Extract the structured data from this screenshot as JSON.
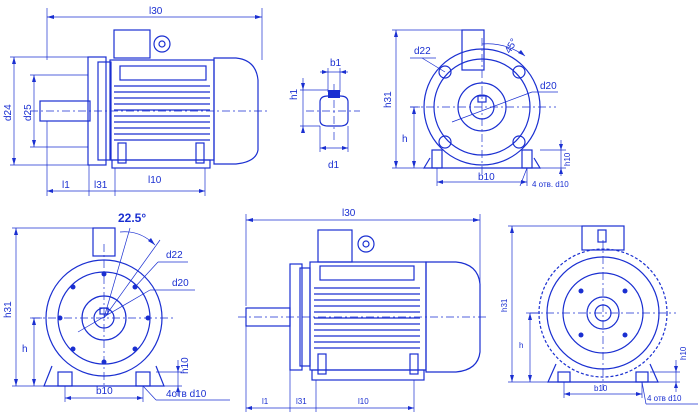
{
  "colors": {
    "ink": "#1a2fd1",
    "background": "#ffffff"
  },
  "view1": {
    "l30": "l30",
    "l1": "l1",
    "l31": "l31",
    "l10": "l10",
    "d24": "d24",
    "d25": "d25"
  },
  "shaft": {
    "b1": "b1",
    "h1": "h1",
    "d1": "d1"
  },
  "flange": {
    "d22": "d22",
    "angle": "45°",
    "d20": "d20",
    "h31": "h31",
    "h": "h",
    "b10": "b10",
    "h10": "h10",
    "holes": "4 отв. d10"
  },
  "end2": {
    "angle": "22.5°",
    "d22": "d22",
    "d20": "d20",
    "h31": "h31",
    "h": "h",
    "h10": "h10",
    "b10": "b10",
    "holes": "4отв d10"
  },
  "view2": {
    "l30": "l30",
    "l1": "l1",
    "l31": "l31",
    "l10": "l10"
  },
  "end3": {
    "h31": "h31",
    "h": "h",
    "b10": "b10",
    "h10": "h10",
    "holes": "4 отв d10"
  }
}
